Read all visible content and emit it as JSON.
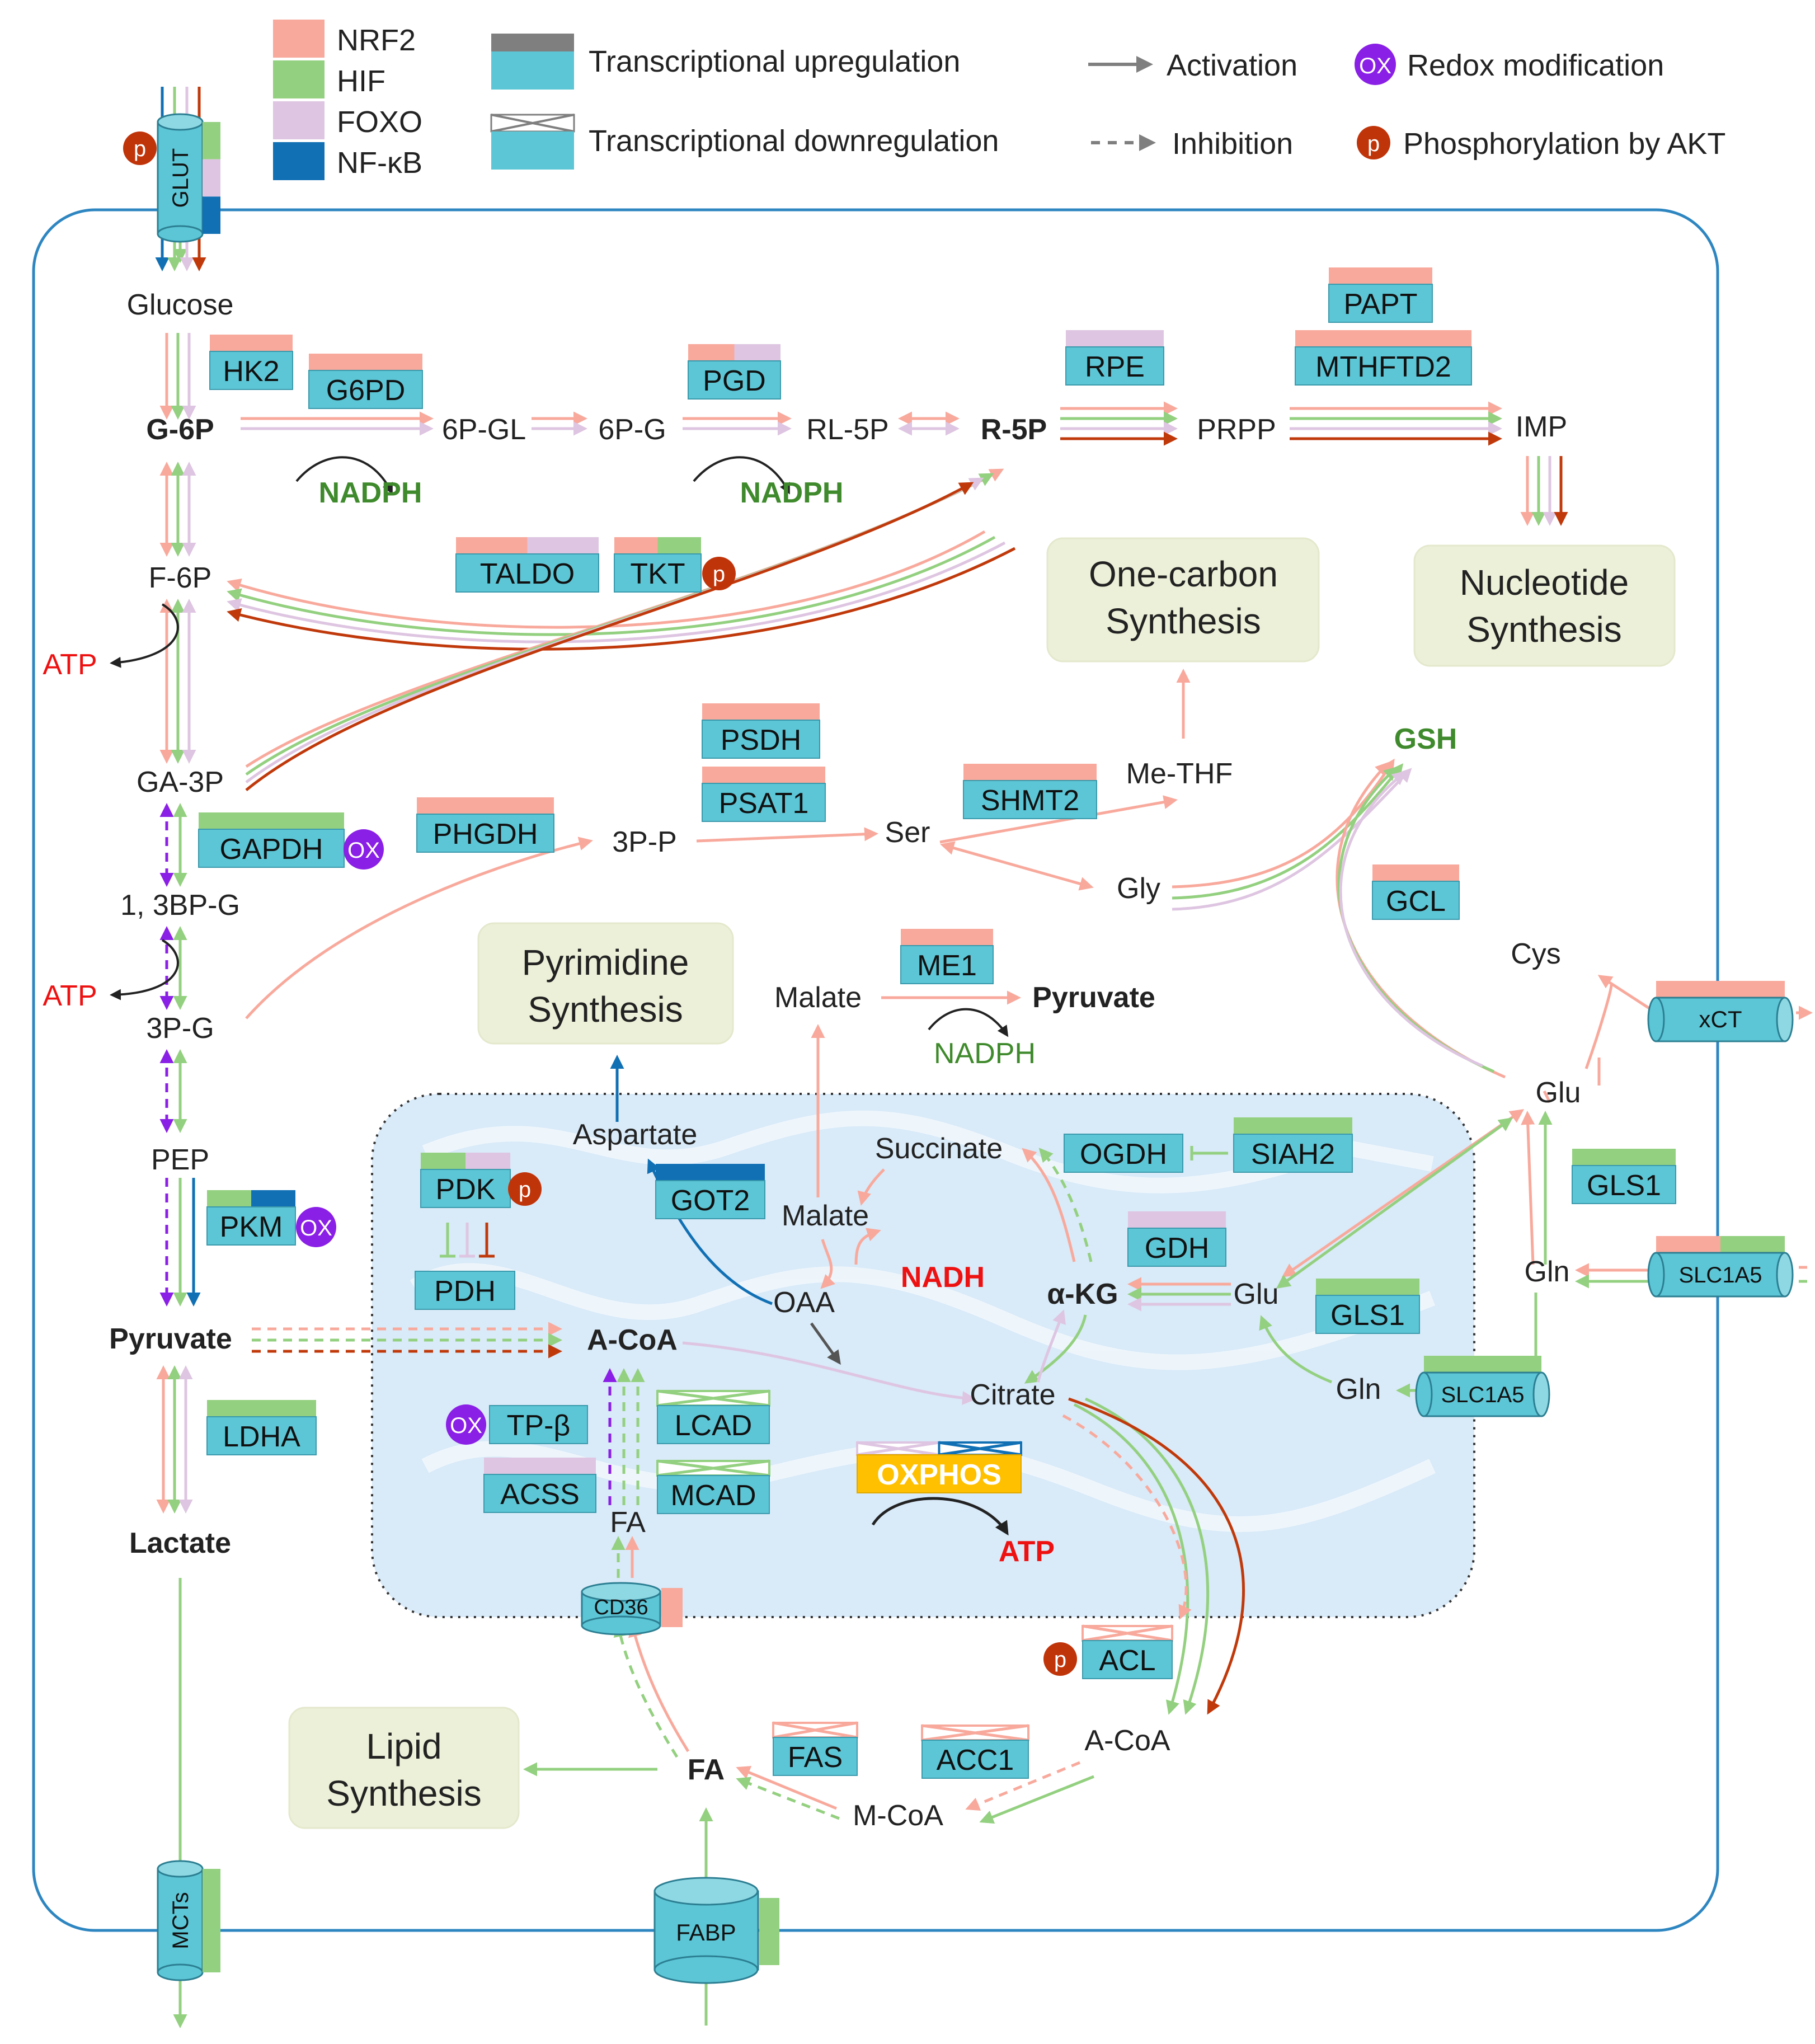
{
  "colors": {
    "nrf2": "#F8A99C",
    "hif": "#93D07F",
    "foxo": "#DEC5E1",
    "nfkb": "#1170B4",
    "box": "#5CC6D6",
    "box_stroke": "#3A9AAC",
    "cell_border": "#2E86C1",
    "mito_fill": "#D9EAF8",
    "synth_fill": "#ECF0D8",
    "ox": "#8A1FE6",
    "p": "#C0340A",
    "dark_red": "#C0390B",
    "purple": "#8A1FE6",
    "green_text": "#3F8A2C",
    "red_text": "#EE1111",
    "oxphos": "#FFC000"
  },
  "legend": {
    "tf": [
      {
        "label": "NRF2",
        "color": "#F8A99C"
      },
      {
        "label": "HIF",
        "color": "#93D07F"
      },
      {
        "label": "FOXO",
        "color": "#DEC5E1"
      },
      {
        "label": "NF-κB",
        "color": "#1170B4"
      }
    ],
    "upregulation": "Transcriptional upregulation",
    "downregulation": "Transcriptional downregulation",
    "activation": "Activation",
    "inhibition": "Inhibition",
    "redox": "Redox modification",
    "phospho": "Phosphorylation by AKT",
    "ox_symbol": "OX",
    "p_symbol": "p"
  },
  "metabolites": {
    "glucose": "Glucose",
    "g6p": "G-6P",
    "pgl6": "6P-GL",
    "pg6": "6P-G",
    "rl5p": "RL-5P",
    "r5p": "R-5P",
    "prpp": "PRPP",
    "imp": "IMP",
    "f6p": "F-6P",
    "ga3p": "GA-3P",
    "bpg": "1, 3BP-G",
    "pg3": "3P-G",
    "pep": "PEP",
    "pyruvate": "Pyruvate",
    "lactate": "Lactate",
    "p3p": "3P-P",
    "ser": "Ser",
    "gly": "Gly",
    "methf": "Me-THF",
    "gsh": "GSH",
    "cys": "Cys",
    "glu_c": "Glu",
    "gln_c": "Gln",
    "malate_c": "Malate",
    "pyruvate2": "Pyruvate",
    "nadph1": "NADPH",
    "nadph2": "NADPH",
    "nadph3": "NADPH",
    "atp1": "ATP",
    "atp2": "ATP",
    "atp3": "ATP",
    "aspartate": "Aspartate",
    "succinate": "Succinate",
    "malate_m": "Malate",
    "oaa": "OAA",
    "nadh": "NADH",
    "akg": "α-KG",
    "glu_m": "Glu",
    "gln_m": "Gln",
    "citrate": "Citrate",
    "acoa_m": "A-CoA",
    "fa_m": "FA",
    "acoa_c": "A-CoA",
    "mcoa": "M-CoA",
    "fa_c": "FA"
  },
  "enzymes": {
    "hk2": "HK2",
    "g6pd": "G6PD",
    "pgd": "PGD",
    "rpe": "RPE",
    "papt": "PAPT",
    "mthftd2": "MTHFTD2",
    "taldo": "TALDO",
    "tkt": "TKT",
    "gapdh": "GAPDH",
    "phgdh": "PHGDH",
    "psdh": "PSDH",
    "psat1": "PSAT1",
    "shmt2": "SHMT2",
    "gcl": "GCL",
    "me1": "ME1",
    "pkm": "PKM",
    "ldha": "LDHA",
    "pdk": "PDK",
    "pdh": "PDH",
    "got2": "GOT2",
    "ogdh": "OGDH",
    "siah2": "SIAH2",
    "gdh": "GDH",
    "gls1_m": "GLS1",
    "gls1_c": "GLS1",
    "tpb": "TP-β",
    "acss": "ACSS",
    "lcad": "LCAD",
    "mcad": "MCAD",
    "oxphos": "OXPHOS",
    "acl": "ACL",
    "fas": "FAS",
    "acc1": "ACC1"
  },
  "transporters": {
    "glut": "GLUT",
    "xct": "xCT",
    "slc1a5_c": "SLC1A5",
    "slc1a5_m": "SLC1A5",
    "cd36": "CD36",
    "mcts": "MCTs",
    "fabp": "FABP"
  },
  "synthesis": {
    "one_carbon_1": "One-carbon",
    "one_carbon_2": "Synthesis",
    "nucleotide_1": "Nucleotide",
    "nucleotide_2": "Synthesis",
    "pyrimidine_1": "Pyrimidine",
    "pyrimidine_2": "Synthesis",
    "lipid_1": "Lipid",
    "lipid_2": "Synthesis"
  }
}
